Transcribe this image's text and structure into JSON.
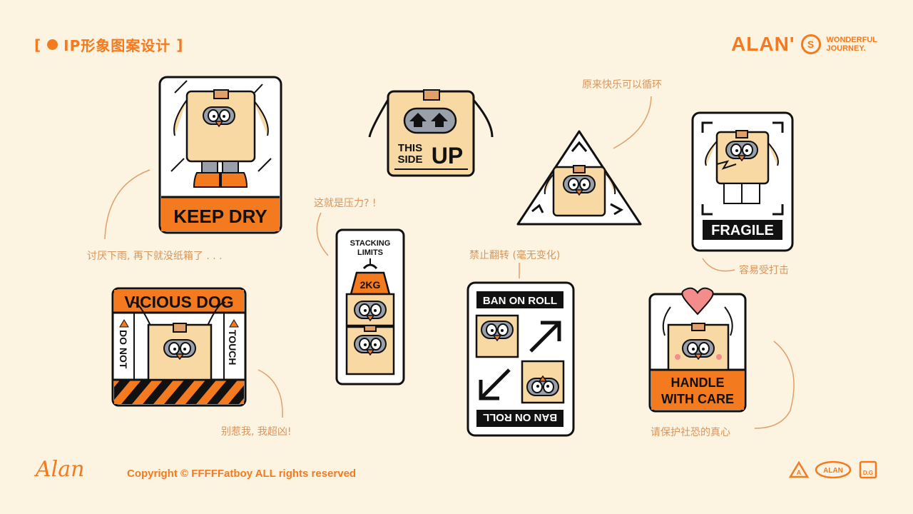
{
  "header": {
    "bracket_open": "[",
    "title": "IP形象图案设计",
    "bracket_close": "]"
  },
  "brand": {
    "name": "ALAN'",
    "s_mark": "S",
    "tagline_1": "WONDERFUL",
    "tagline_2": "JOURNEY."
  },
  "stickers": {
    "keep_dry": {
      "label": "KEEP DRY"
    },
    "this_side_up": {
      "line1": "THIS",
      "line2": "SIDE",
      "big": "UP"
    },
    "fragile": {
      "label": "FRAGILE"
    },
    "stacking": {
      "line1": "STACKING",
      "line2": "LIMITS",
      "weight": "2KG"
    },
    "vicious_dog": {
      "title": "VICIOUS DOG",
      "left": "DO NOT",
      "right": "TOUCH"
    },
    "ban_on_roll": {
      "top": "BAN ON ROLL",
      "bottom": "BAN ON ROLL"
    },
    "handle_with_care": {
      "line1": "HANDLE",
      "line2": "WITH CARE"
    }
  },
  "captions": {
    "rain": "讨厌下雨, 再下就没纸箱了 . . .",
    "pressure": "这就是压力? !",
    "happy": "原来快乐可以循环",
    "fragile": "容易受打击",
    "ban": "禁止翻转 (毫无变化)",
    "dog": "别惹我, 我超凶!",
    "care": "请保护社恐的真心"
  },
  "footer": {
    "signature": "Alan",
    "copyright": "Copyright © FFFFFatboy ALL rights reserved",
    "logo1": "A",
    "logo2": "ALAN",
    "logo3": "D.G"
  },
  "colors": {
    "orange": "#f47a20",
    "tan": "#f8d9a3",
    "cream": "#fdf3e1",
    "ink": "#111111",
    "caption": "#d9955a",
    "heart": "#f48c8c"
  }
}
